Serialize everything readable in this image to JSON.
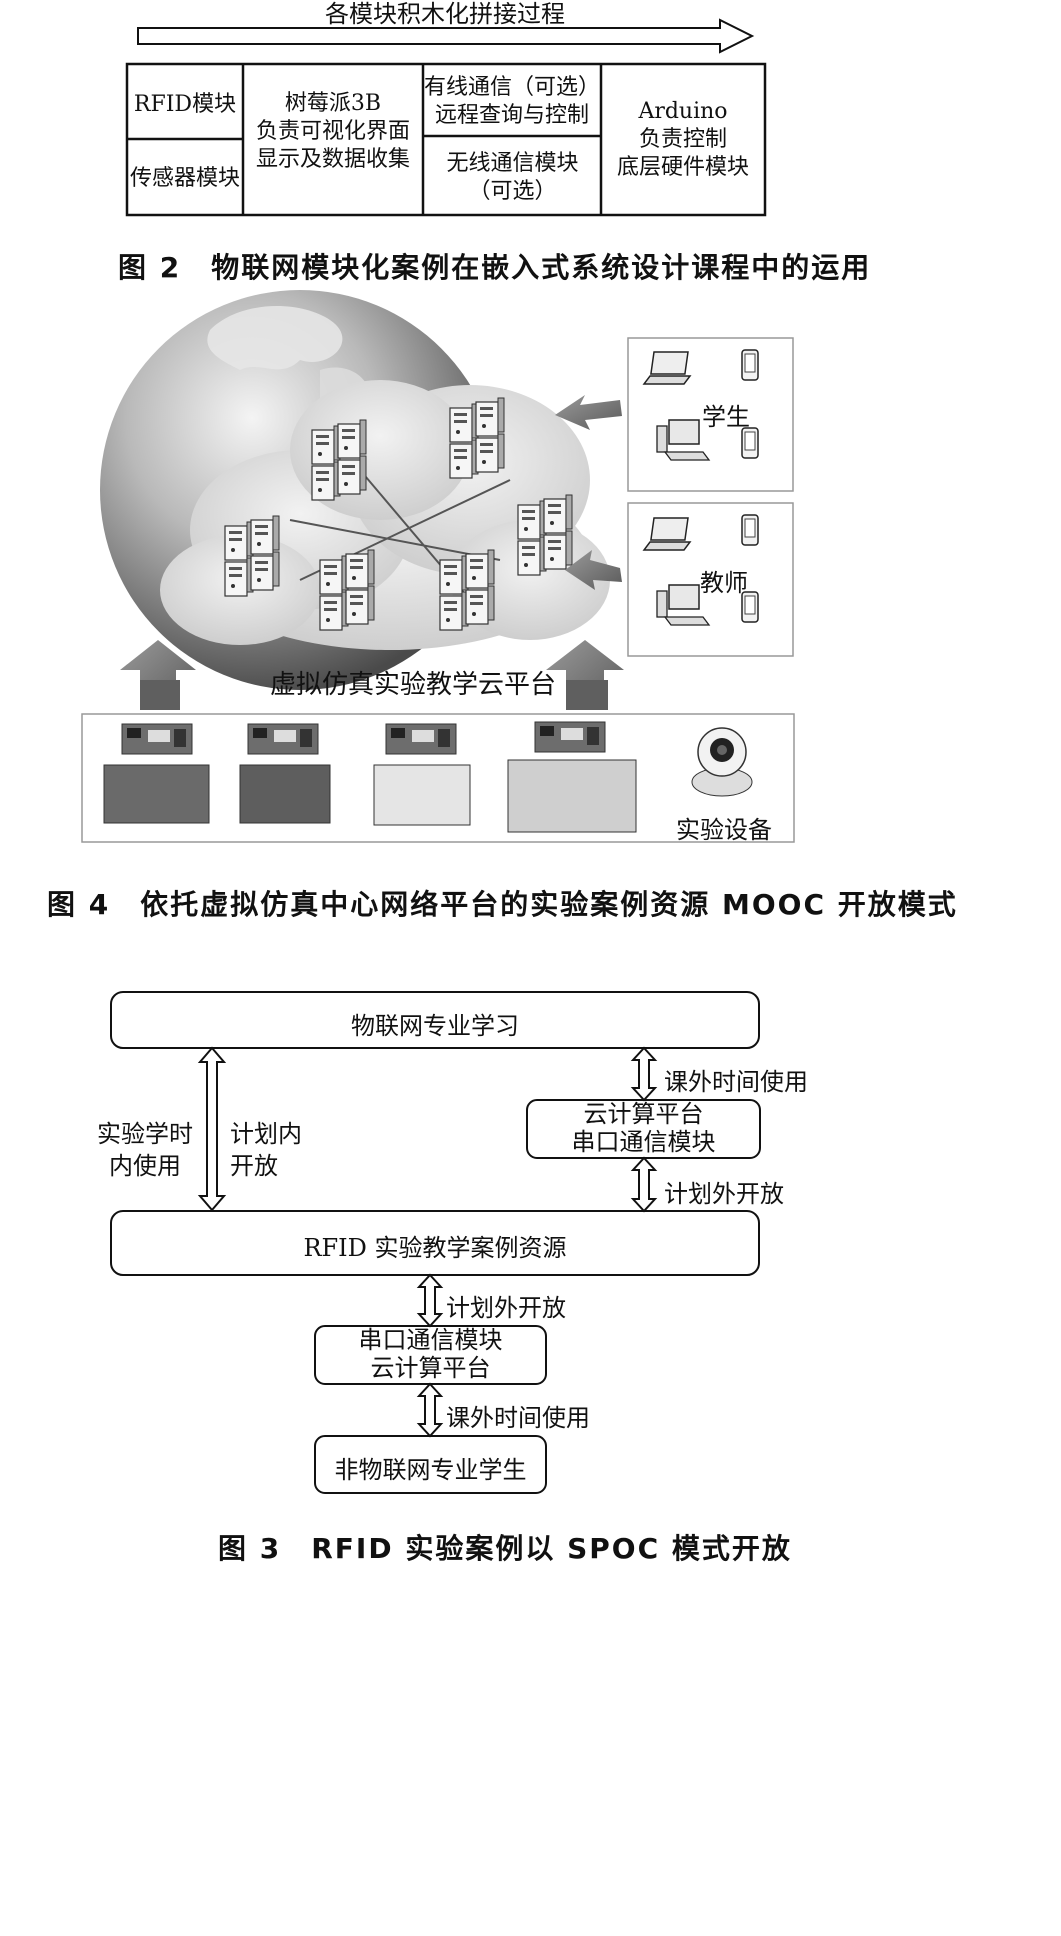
{
  "fig2": {
    "arrow_label": "各模块积木化拼接过程",
    "cells": {
      "rfid": "RFID模块",
      "sensor": "传感器模块",
      "pi_line1": "树莓派3B",
      "pi_line2": "负责可视化界面",
      "pi_line3": "显示及数据收集",
      "wired_line1": "有线通信（可选）",
      "wired_line2": "远程查询与控制",
      "wireless_line1": "无线通信模块",
      "wireless_line2": "（可选）",
      "arduino_line1": "Arduino",
      "arduino_line2": "负责控制",
      "arduino_line3": "底层硬件模块"
    },
    "caption": "图 2　物联网模块化案例在嵌入式系统设计课程中的运用"
  },
  "fig4": {
    "student_label": "学生",
    "teacher_label": "教师",
    "cloud_label": "虚拟仿真实验教学云平台",
    "equipment_label": "实验设备",
    "caption": "图 4　依托虚拟仿真中心网络平台的实验案例资源 MOOC 开放模式"
  },
  "fig3": {
    "top_box": "物联网专业学习",
    "left_label_line1": "实验学时",
    "left_label_line2": "内使用",
    "inner_label_line1": "计划内",
    "inner_label_line2": "开放",
    "right_top_label": "课外时间使用",
    "cloud_box_line1": "云计算平台",
    "cloud_box_line2": "串口通信模块",
    "right_bottom_label": "计划外开放",
    "middle_box": "RFID 实验教学案例资源",
    "lower_label_1": "计划外开放",
    "serial_box_line1": "串口通信模块",
    "serial_box_line2": "云计算平台",
    "lower_label_2": "课外时间使用",
    "bottom_box": "非物联网专业学生",
    "caption": "图 3　RFID 实验案例以 SPOC 模式开放"
  }
}
